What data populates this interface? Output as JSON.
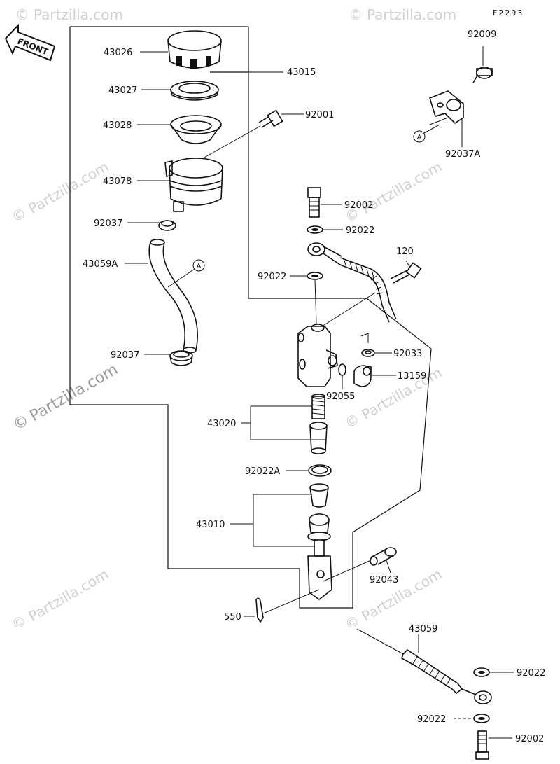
{
  "diagram": {
    "figure_code": "F2293",
    "front_label": "FRONT",
    "callout_letter": "A",
    "watermark": "Partzilla.com",
    "copyright_symbol": "©",
    "labels": {
      "p43026": "43026",
      "p43027": "43027",
      "p43028": "43028",
      "p43078": "43078",
      "p92037_top": "92037",
      "p43059A": "43059A",
      "p92037_bottom": "92037",
      "p43015": "43015",
      "p92001": "92001",
      "p92009": "92009",
      "p92037A": "92037A",
      "p92002_top": "92002",
      "p92022_a": "92022",
      "p120": "120",
      "p92022_b": "92022",
      "p92033": "92033",
      "p13159": "13159",
      "p92055": "92055",
      "p43020": "43020",
      "p92022A": "92022A",
      "p43010": "43010",
      "p92043": "92043",
      "p550": "550",
      "p43059": "43059",
      "p92022_c": "92022",
      "p92022_d": "92022",
      "p92002_bottom": "92002"
    }
  }
}
